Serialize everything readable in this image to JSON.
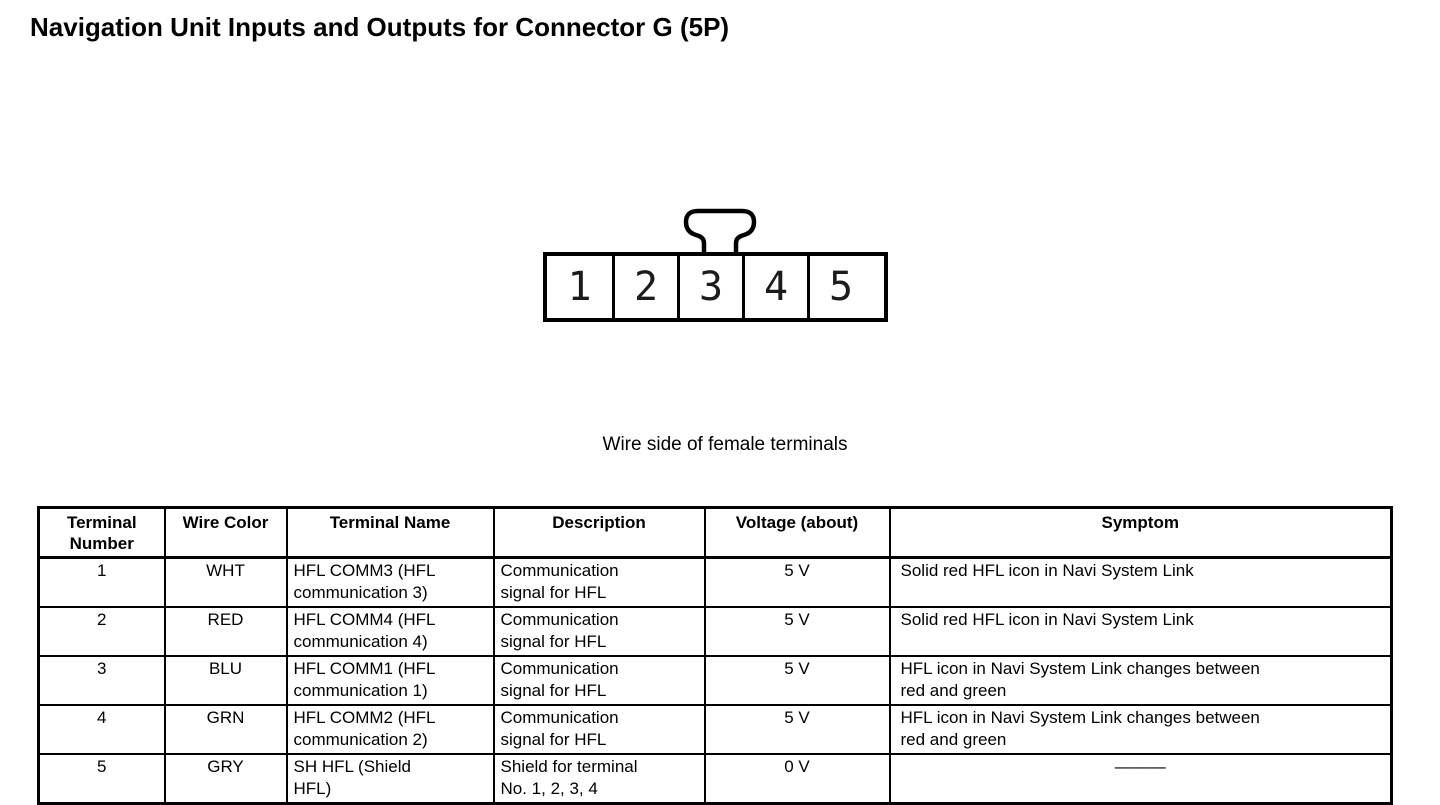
{
  "page": {
    "title": "Navigation Unit Inputs and Outputs for Connector G (5P)"
  },
  "connector": {
    "caption": "Wire side of female terminals",
    "pins": [
      "1",
      "2",
      "3",
      "4",
      "5"
    ]
  },
  "table": {
    "headers": [
      "Terminal\nNumber",
      "Wire Color",
      "Terminal Name",
      "Description",
      "Voltage (about)",
      "Symptom"
    ],
    "rows": [
      [
        "1",
        "WHT",
        "HFL COMM3 (HFL\ncommunication 3)",
        "Communication\nsignal for HFL",
        "5 V",
        "Solid red HFL icon in Navi System Link"
      ],
      [
        "2",
        "RED",
        "HFL COMM4 (HFL\ncommunication 4)",
        "Communication\nsignal for HFL",
        "5 V",
        "Solid red HFL icon in Navi System Link"
      ],
      [
        "3",
        "BLU",
        "HFL COMM1 (HFL\ncommunication 1)",
        "Communication\nsignal for HFL",
        "5 V",
        "HFL icon in Navi System Link changes between\nred and green"
      ],
      [
        "4",
        "GRN",
        "HFL COMM2 (HFL\ncommunication 2)",
        "Communication\nsignal for HFL",
        "5 V",
        "HFL icon in Navi System Link changes between\nred and green"
      ],
      [
        "5",
        "GRY",
        "SH HFL (Shield\nHFL)",
        "Shield for terminal\nNo. 1, 2, 3, 4",
        "0 V",
        "———"
      ]
    ]
  },
  "colors": {
    "ink": "#000000",
    "paper": "#ffffff"
  }
}
